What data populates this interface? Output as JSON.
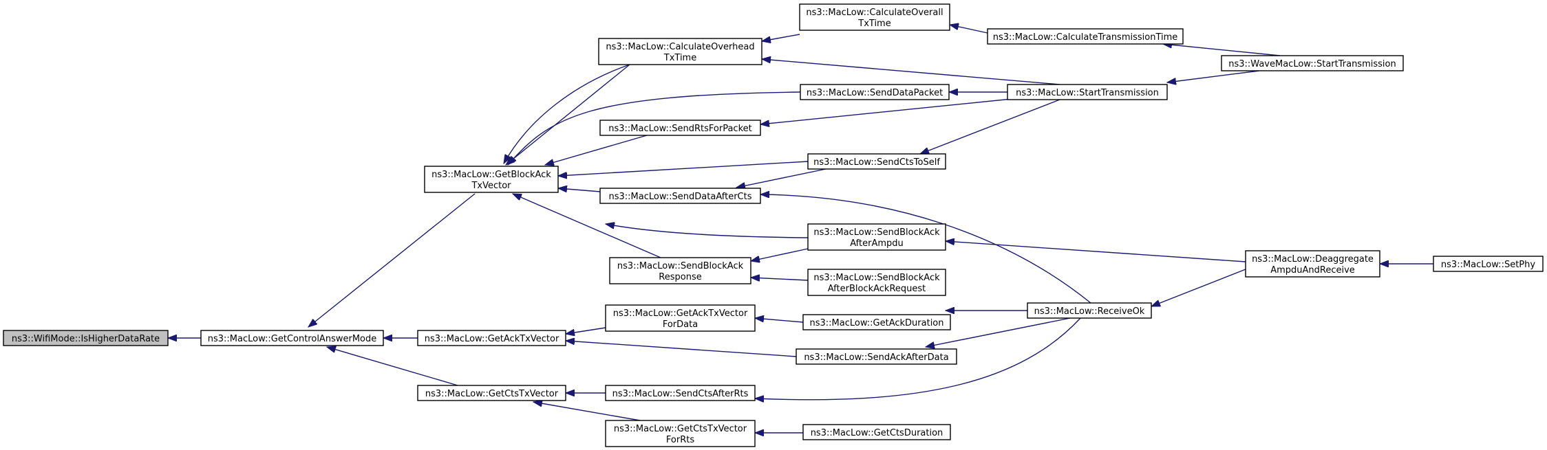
{
  "graph": {
    "colors": {
      "edge": "#191970",
      "node_fill": "#ffffff",
      "root_fill": "#bfbfbf",
      "node_border": "#000000"
    },
    "nodes": {
      "is_higher_data_rate": {
        "lines": [
          "ns3::WifiMode::IsHigherDataRate"
        ]
      },
      "get_control_answer_mode": {
        "lines": [
          "ns3::MacLow::GetControlAnswerMode"
        ]
      },
      "get_block_ack_txvector": {
        "lines": [
          "ns3::MacLow::GetBlockAck",
          "TxVector"
        ]
      },
      "get_ack_txvector": {
        "lines": [
          "ns3::MacLow::GetAckTxVector"
        ]
      },
      "get_cts_txvector": {
        "lines": [
          "ns3::MacLow::GetCtsTxVector"
        ]
      },
      "calculate_overhead_txtime": {
        "lines": [
          "ns3::MacLow::CalculateOverhead",
          "TxTime"
        ]
      },
      "send_rts_for_packet": {
        "lines": [
          "ns3::MacLow::SendRtsForPacket"
        ]
      },
      "send_data_after_cts": {
        "lines": [
          "ns3::MacLow::SendDataAfterCts"
        ]
      },
      "send_block_ack_response": {
        "lines": [
          "ns3::MacLow::SendBlockAck",
          "Response"
        ]
      },
      "get_ack_txvector_for_data": {
        "lines": [
          "ns3::MacLow::GetAckTxVector",
          "ForData"
        ]
      },
      "send_cts_after_rts": {
        "lines": [
          "ns3::MacLow::SendCtsAfterRts"
        ]
      },
      "get_cts_txvector_for_rts": {
        "lines": [
          "ns3::MacLow::GetCtsTxVector",
          "ForRts"
        ]
      },
      "calculate_overall_txtime": {
        "lines": [
          "ns3::MacLow::CalculateOverall",
          "TxTime"
        ]
      },
      "send_data_packet": {
        "lines": [
          "ns3::MacLow::SendDataPacket"
        ]
      },
      "send_cts_to_self": {
        "lines": [
          "ns3::MacLow::SendCtsToSelf"
        ]
      },
      "send_block_ack_after_ampdu": {
        "lines": [
          "ns3::MacLow::SendBlockAck",
          "AfterAmpdu"
        ]
      },
      "send_block_ack_after_block_ack_request": {
        "lines": [
          "ns3::MacLow::SendBlockAck",
          "AfterBlockAckRequest"
        ]
      },
      "get_ack_duration": {
        "lines": [
          "ns3::MacLow::GetAckDuration"
        ]
      },
      "send_ack_after_data": {
        "lines": [
          "ns3::MacLow::SendAckAfterData"
        ]
      },
      "get_cts_duration": {
        "lines": [
          "ns3::MacLow::GetCtsDuration"
        ]
      },
      "calculate_transmission_time": {
        "lines": [
          "ns3::MacLow::CalculateTransmissionTime"
        ]
      },
      "start_transmission": {
        "lines": [
          "ns3::MacLow::StartTransmission"
        ]
      },
      "receive_ok": {
        "lines": [
          "ns3::MacLow::ReceiveOk"
        ]
      },
      "wave_start_transmission": {
        "lines": [
          "ns3::WaveMacLow::StartTransmission"
        ]
      },
      "deaggregate_ampdu_and_receive": {
        "lines": [
          "ns3::MacLow::Deaggregate",
          "AmpduAndReceive"
        ]
      },
      "set_phy": {
        "lines": [
          "ns3::MacLow::SetPhy"
        ]
      }
    }
  }
}
